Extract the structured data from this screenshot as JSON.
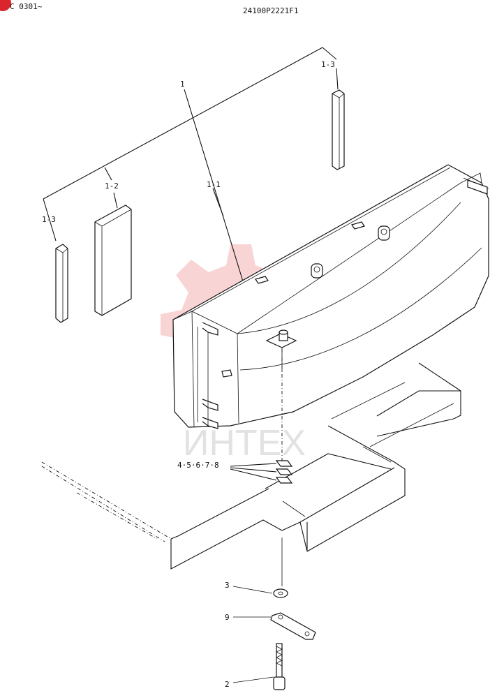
{
  "header": {
    "serial_prefix": "C 0301~",
    "drawing_number": "24100P2221F1"
  },
  "watermark": {
    "text": "ИНТЕХ",
    "color": "#f2a0a0"
  },
  "callouts": {
    "c1": "1",
    "c1_1": "1-1",
    "c1_2": "1-2",
    "c1_3_top": "1-3",
    "c1_3_left": "1-3",
    "c2": "2",
    "c3": "3",
    "c9": "9",
    "c4_8": "4·5·6·7·8"
  },
  "colors": {
    "badge": "#d9252b",
    "line": "#111111"
  }
}
